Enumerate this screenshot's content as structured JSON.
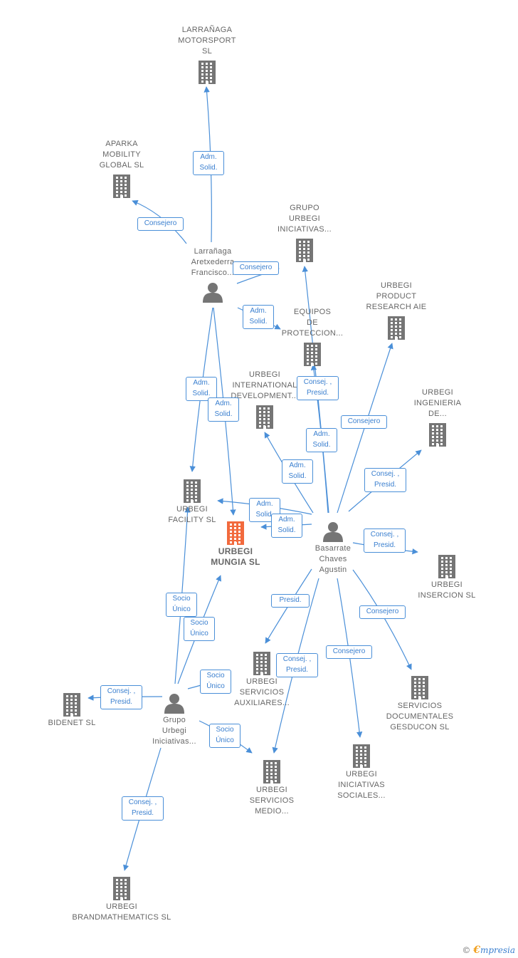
{
  "colors": {
    "edge": "#4a8fd8",
    "node": "#757575",
    "focus": "#f26a3d",
    "label": "#666666"
  },
  "nodes": [
    {
      "id": "larranaga_motorsport",
      "type": "company",
      "label": "LARRAÑAGA\nMOTORSPORT\nSL"
    },
    {
      "id": "aparka",
      "type": "company",
      "label": "APARKA\nMOBILITY\nGLOBAL  SL"
    },
    {
      "id": "grupo_urbegi_iniciativas_co",
      "type": "company",
      "label": "GRUPO\nURBEGI\nINICIATIVAS..."
    },
    {
      "id": "urbegi_product",
      "type": "company",
      "label": "URBEGI\nPRODUCT\nRESEARCH AIE"
    },
    {
      "id": "equipos",
      "type": "company",
      "label": "EQUIPOS\nDE\nPROTECCION..."
    },
    {
      "id": "urbegi_international",
      "type": "company",
      "label": "URBEGI\nINTERNATIONAL\nDEVELOPMENT..."
    },
    {
      "id": "urbegi_ingenieria",
      "type": "company",
      "label": "URBEGI\nINGENIERIA\nDE..."
    },
    {
      "id": "urbegi_facility",
      "type": "company",
      "label": "URBEGI\nFACILITY  SL"
    },
    {
      "id": "urbegi_mungia",
      "type": "focus",
      "label": "URBEGI\nMUNGIA  SL"
    },
    {
      "id": "urbegi_insercion",
      "type": "company",
      "label": "URBEGI\nINSERCION SL"
    },
    {
      "id": "urbegi_servicios_aux",
      "type": "company",
      "label": "URBEGI\nSERVICIOS\nAUXILIARES..."
    },
    {
      "id": "servicios_documentales",
      "type": "company",
      "label": "SERVICIOS\nDOCUMENTALES\nGESDUCON SL"
    },
    {
      "id": "bidenet",
      "type": "company",
      "label": "BIDENET SL"
    },
    {
      "id": "urbegi_servicios_medio",
      "type": "company",
      "label": "URBEGI\nSERVICIOS\nMEDIO..."
    },
    {
      "id": "urbegi_iniciativas_sociales",
      "type": "company",
      "label": "URBEGI\nINICIATIVAS\nSOCIALES..."
    },
    {
      "id": "urbegi_brandmathematics",
      "type": "company",
      "label": "URBEGI\nBRANDMATHEMATICS SL"
    },
    {
      "id": "larranaga_person",
      "type": "person",
      "label": "Larrañaga\nAretxederra\nFrancisco..."
    },
    {
      "id": "basarrate",
      "type": "person",
      "label": "Basarrate\nChaves\nAgustin"
    },
    {
      "id": "grupo_urbegi_person",
      "type": "person",
      "label": "Grupo\nUrbegi\nIniciativas..."
    }
  ],
  "relations": [
    {
      "label": "Adm.\nSolid."
    },
    {
      "label": "Consejero"
    },
    {
      "label": "Consejero"
    },
    {
      "label": "Adm.\nSolid."
    },
    {
      "label": "Adm.\nSolid."
    },
    {
      "label": "Adm.\nSolid."
    },
    {
      "label": "Consej. ,\nPresid."
    },
    {
      "label": "Consejero"
    },
    {
      "label": "Adm.\nSolid."
    },
    {
      "label": "Consej. ,\nPresid."
    },
    {
      "label": "Adm.\nSolid."
    },
    {
      "label": "Adm.\nSolid."
    },
    {
      "label": "Adm.\nSolid."
    },
    {
      "label": "Consej. ,\nPresid."
    },
    {
      "label": "Presid."
    },
    {
      "label": "Consejero"
    },
    {
      "label": "Consej. ,\nPresid."
    },
    {
      "label": "Consejero"
    },
    {
      "label": "Socio\nÚnico"
    },
    {
      "label": "Socio\nÚnico"
    },
    {
      "label": "Socio\nÚnico"
    },
    {
      "label": "Consej. ,\nPresid."
    },
    {
      "label": "Socio\nÚnico"
    },
    {
      "label": "Consej. ,\nPresid."
    }
  ],
  "brand": {
    "copyright": "©",
    "initial": "€",
    "name": "mpresia"
  }
}
